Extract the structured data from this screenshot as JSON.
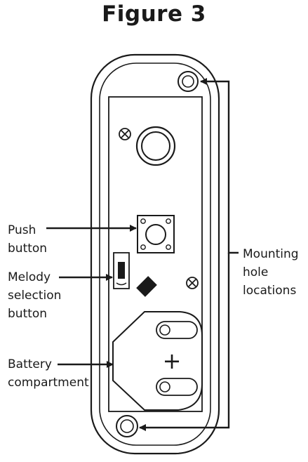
{
  "figure": {
    "title": "Figure 3"
  },
  "labels": {
    "push_button": [
      "Push",
      "button"
    ],
    "melody_selection_button": [
      "Melody",
      "selection",
      "button"
    ],
    "battery_compartment": [
      "Battery",
      "compartment"
    ],
    "mounting_hole_locations": [
      "Mounting",
      "hole",
      "locations"
    ]
  },
  "battery_symbol": "+",
  "colors": {
    "stroke": "#1a1a1a",
    "background": "#ffffff"
  }
}
